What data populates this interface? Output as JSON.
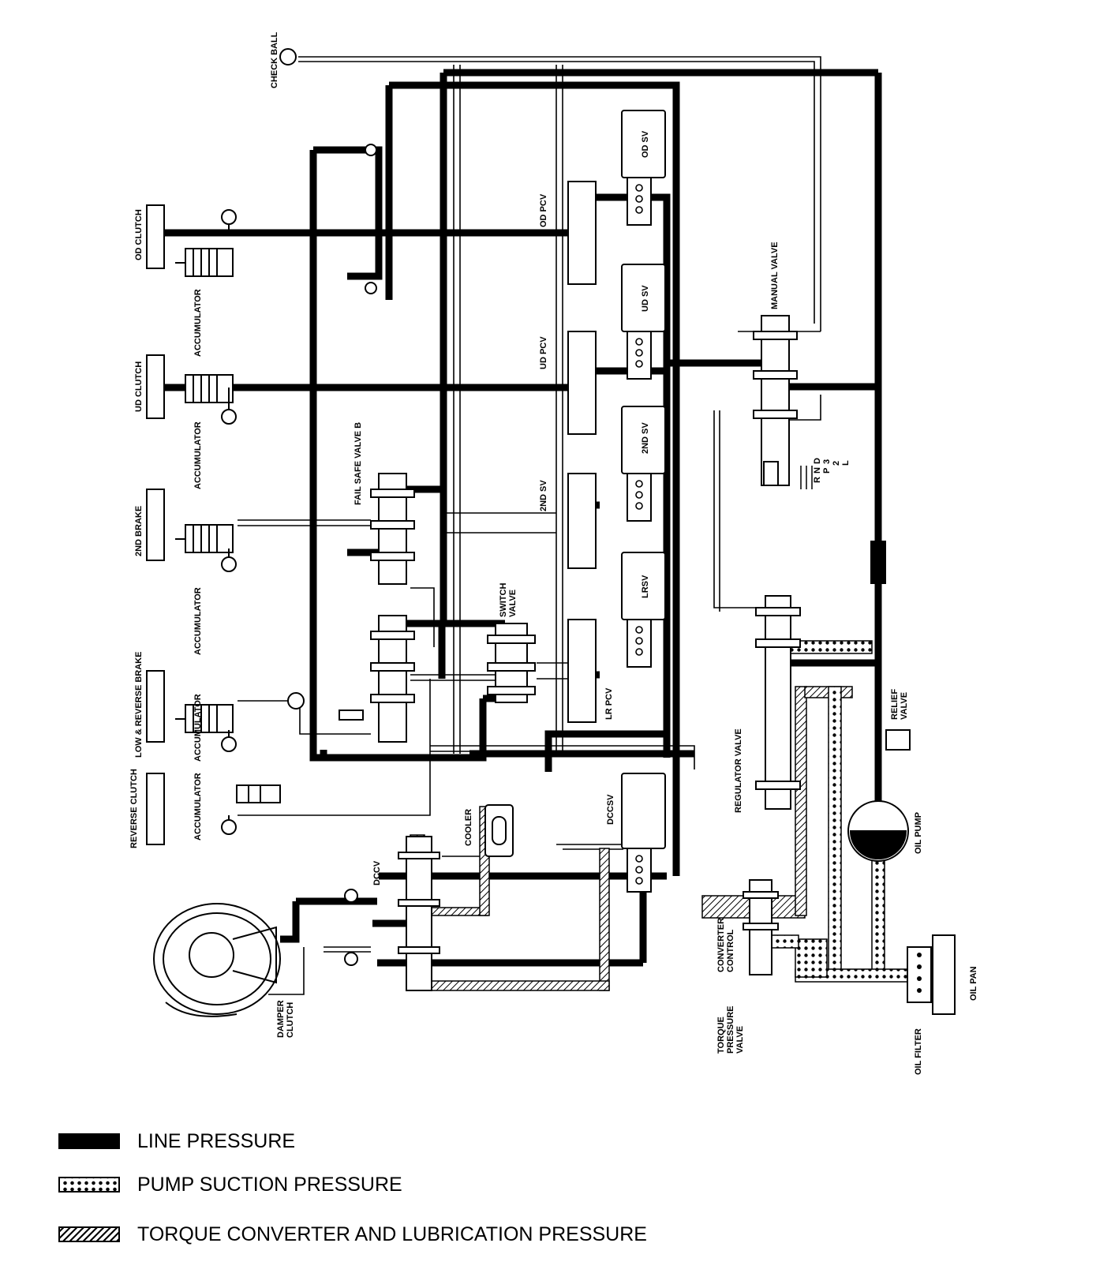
{
  "labels": {
    "check_ball": "CHECK BALL",
    "od_clutch": "OD CLUTCH",
    "ud_clutch": "UD CLUTCH",
    "second_brake": "2ND BRAKE",
    "low_reverse_brake": "LOW & REVERSE BRAKE",
    "reverse_clutch": "REVERSE CLUTCH",
    "accumulator_1": "ACCUMULATOR",
    "accumulator_2": "ACCUMULATOR",
    "accumulator_3": "ACCUMULATOR",
    "accumulator_4": "ACCUMULATOR",
    "accumulator_5": "ACCUMULATOR",
    "fail_safe_valve_b": "FAIL SAFE VALVE B",
    "switch_valve": "SWITCH VALVE",
    "od_pcv": "OD PCV",
    "ud_pcv": "UD PCV",
    "second_sv_left": "2ND SV",
    "lr_pcv": "LR PCV",
    "od_sv": "OD SV",
    "ud_sv": "UD SV",
    "second_sv": "2ND SV",
    "lrsv": "LRSV",
    "dccsv": "DCCSV",
    "dccv": "DCCV",
    "cooler": "COOLER",
    "manual_valve": "MANUAL VALVE",
    "relief_valve": "RELIEF VALVE",
    "regulator_valve": "REGULATOR VALVE",
    "oil_pump": "OIL PUMP",
    "converter_control": "CONVERTER CONTROL",
    "torque_pressure_valve": "TORQUE PRESSURE VALVE",
    "oil_filter": "OIL FILTER",
    "oil_pan": "OIL PAN",
    "damper_clutch": "DAMPER CLUTCH",
    "range_r": "R",
    "range_n": "N",
    "range_d": "D",
    "range_p": "P",
    "range_3": "3",
    "range_2": "2",
    "range_l": "L"
  },
  "legend": [
    {
      "key": "line",
      "text": "LINE PRESSURE"
    },
    {
      "key": "suction",
      "text": "PUMP SUCTION PRESSURE"
    },
    {
      "key": "torque",
      "text": "TORQUE CONVERTER AND LUBRICATION PRESSURE"
    }
  ]
}
